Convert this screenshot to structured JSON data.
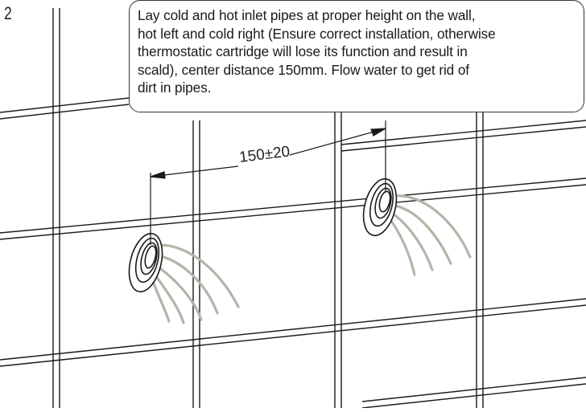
{
  "step": {
    "number": "2"
  },
  "callout": {
    "text": "Lay cold and hot inlet pipes at proper height on the wall,\nhot left and cold right (Ensure correct installation, otherwise\nthermostatic cartridge will lose its function and result in\nscald), center distance 150mm. Flow water to get rid of\ndirt in pipes."
  },
  "dimension": {
    "label": "150±20"
  },
  "colors": {
    "line": "#1a1a1a",
    "water": "#b4b4a8",
    "background": "#ffffff"
  }
}
